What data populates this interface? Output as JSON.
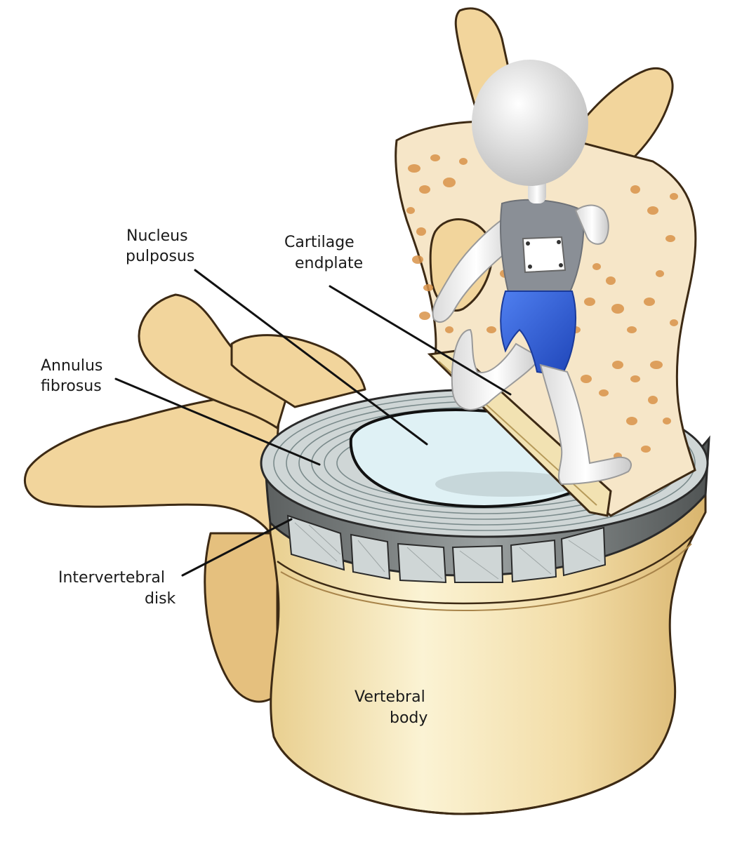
{
  "labels": {
    "nucleus_pulposus": [
      "Nucleus",
      "pulposus"
    ],
    "cartilage_endplate": [
      "Cartilage",
      "endplate"
    ],
    "annulus_fibrosus": [
      "Annulus",
      "fibrosus"
    ],
    "intervertebral_disk": [
      "Intervertebral",
      "disk"
    ],
    "vertebral_body": [
      "Vertebral",
      "body"
    ]
  },
  "colors": {
    "bone": "#f2d59c",
    "bone_shadow": "#e5c07e",
    "body_highlight": "#fbf3d4",
    "cancellous": "#f6e6c8",
    "cancellous_spots": "#d9934a",
    "disk_grey": "#cfd6d6",
    "nucleus": "#dff1f5",
    "disk_band": "#6e7272",
    "figure_body": "#f1f1f1",
    "figure_shorts": "#2f5fd6",
    "figure_shirt": "#8a8f96",
    "outline": "#3d2a14"
  },
  "figure": {
    "name": "runner-figure",
    "shorts_color": "#2f5fd6"
  }
}
